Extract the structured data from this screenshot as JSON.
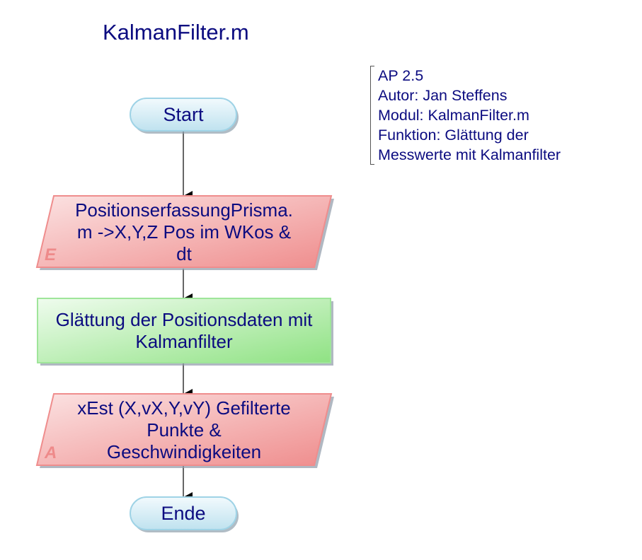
{
  "title": "KalmanFilter.m",
  "note": {
    "lines": [
      "AP 2.5",
      "Autor: Jan Steffens",
      "Modul: KalmanFilter.m",
      "Funktion: Glättung der",
      "Messwerte mit Kalmanfilter"
    ]
  },
  "flow": {
    "start": "Start",
    "input": {
      "tag": "E",
      "lines": [
        "PositionserfassungPrisma.",
        "m ->X,Y,Z Pos im WKos &",
        "dt"
      ]
    },
    "process": {
      "lines": [
        "Glättung der Positionsdaten mit",
        "Kalmanfilter"
      ]
    },
    "output": {
      "tag": "A",
      "lines": [
        "xEst (X,vX,Y,vY) Gefilterte",
        "Punkte &",
        "Geschwindigkeiten"
      ]
    },
    "end": "Ende"
  },
  "colors": {
    "text": "#0b0b80",
    "terminal_fill": "#cde9f3",
    "io_fill": "#f4b0b0",
    "process_fill": "#b9f0b4"
  }
}
